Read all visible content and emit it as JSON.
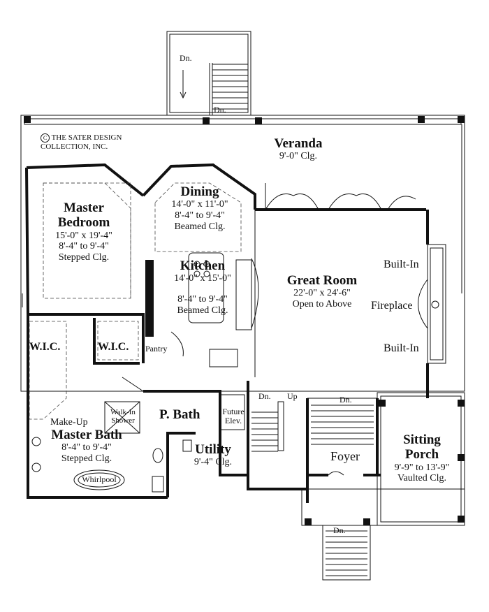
{
  "copyright": [
    "THE SATER DESIGN",
    "COLLECTION, INC."
  ],
  "copyright_symbol": "C",
  "rooms": {
    "veranda": {
      "name": "Veranda",
      "details": [
        "9'-0\" Clg."
      ]
    },
    "master_bedroom": {
      "name": [
        "Master",
        "Bedroom"
      ],
      "details": [
        "15'-0\" x 19'-4\"",
        "8'-4\" to 9'-4\"",
        "Stepped Clg."
      ]
    },
    "dining": {
      "name": "Dining",
      "details": [
        "14'-0\" x 11'-0\"",
        "8'-4\" to 9'-4\"",
        "Beamed Clg."
      ]
    },
    "kitchen": {
      "name": "Kitchen",
      "details": [
        "14'-0\" x 15'-0\"",
        "8'-4\" to 9'-4\"",
        "Beamed Clg."
      ]
    },
    "great_room": {
      "name": "Great Room",
      "details": [
        "22'-0\" x 24'-6\"",
        "Open to Above"
      ]
    },
    "wic_left": {
      "name": "W.I.C."
    },
    "wic_right": {
      "name": "W.I.C."
    },
    "pantry": {
      "name": "Pantry"
    },
    "walk_in_shower": {
      "name": [
        "Walk-In",
        "Shower"
      ]
    },
    "p_bath": {
      "name": "P. Bath"
    },
    "future_elev": {
      "name": [
        "Future",
        "Elev."
      ]
    },
    "make_up": {
      "name": "Make-Up"
    },
    "master_bath": {
      "name": "Master Bath",
      "details": [
        "8'-4\" to 9'-4\"",
        "Stepped Clg."
      ]
    },
    "whirlpool": {
      "name": "Whirlpool"
    },
    "utility": {
      "name": "Utility",
      "details": [
        "9'-4\" Clg."
      ]
    },
    "foyer": {
      "name": "Foyer"
    },
    "sitting_porch": {
      "name": [
        "Sitting",
        "Porch"
      ],
      "details": [
        "9'-9\" to 13'-9\"",
        "Vaulted Clg."
      ]
    }
  },
  "features": {
    "built_in_top": "Built-In",
    "fireplace": "Fireplace",
    "built_in_bottom": "Built-In"
  },
  "stairs": {
    "dn_top_stair": "Dn.",
    "dn_veranda": "Dn.",
    "dn_inner": "Dn.",
    "up_inner": "Up",
    "dn_foyer": "Dn.",
    "dn_bottom_stair": "Dn."
  }
}
